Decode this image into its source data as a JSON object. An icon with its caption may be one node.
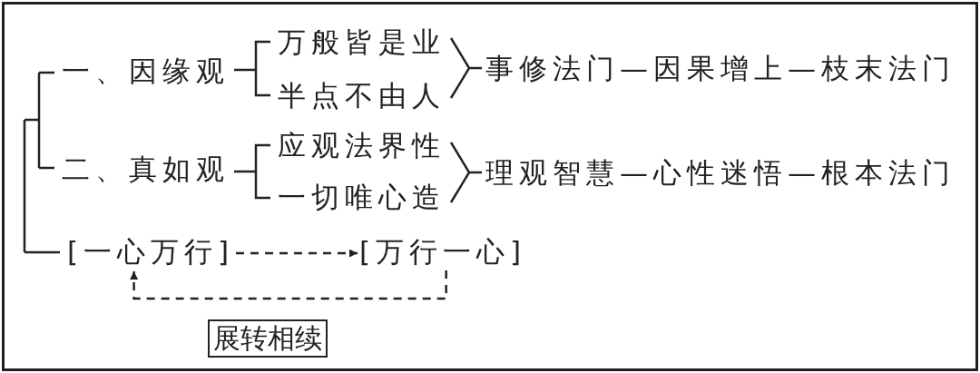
{
  "diagram": {
    "nodes": [
      {
        "text": [
          "一、因缘观"
        ]
      },
      {
        "text": [
          "万般皆是业"
        ]
      },
      {
        "text": [
          "半点不由人"
        ]
      },
      {
        "text": [
          "事修法门—因果增上—枝末法门"
        ]
      },
      {
        "text": [
          "二、真如观"
        ]
      },
      {
        "text": [
          "应观法界性"
        ]
      },
      {
        "text": [
          "一切唯心造"
        ]
      },
      {
        "text": [
          "理观智慧—心性迷悟—根本法门"
        ]
      },
      {
        "text": [
          "[一心万行]"
        ]
      },
      {
        "text": [
          "[万行一心]"
        ]
      }
    ],
    "edges": [
      {
        "from": 8,
        "to": 9,
        "arrow": "to",
        "style": "dashed"
      },
      {
        "from": 9,
        "to": 8,
        "arrow": "to",
        "style": "dashed",
        "label": "展转相续"
      }
    ]
  }
}
